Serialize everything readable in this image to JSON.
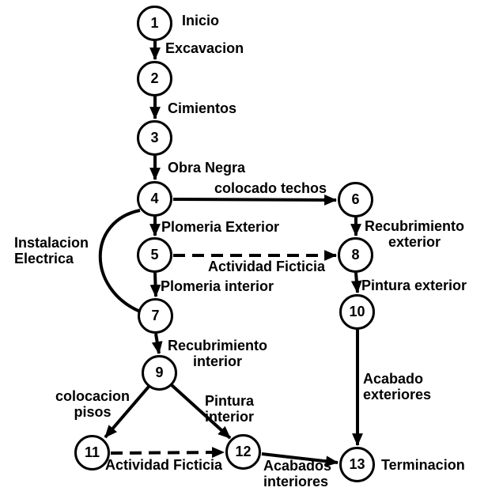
{
  "diagram": {
    "description": "Construction project activity network diagram (Spanish)",
    "colors": {
      "stroke": "#000000",
      "background": "#ffffff",
      "text": "#000000"
    },
    "nodes": [
      {
        "id": "1",
        "label": "Inicio"
      },
      {
        "id": "2",
        "label": ""
      },
      {
        "id": "3",
        "label": ""
      },
      {
        "id": "4",
        "label": ""
      },
      {
        "id": "5",
        "label": ""
      },
      {
        "id": "6",
        "label": ""
      },
      {
        "id": "7",
        "label": ""
      },
      {
        "id": "8",
        "label": ""
      },
      {
        "id": "9",
        "label": ""
      },
      {
        "id": "10",
        "label": ""
      },
      {
        "id": "11",
        "label": ""
      },
      {
        "id": "12",
        "label": ""
      },
      {
        "id": "13",
        "label": "Terminacion"
      }
    ],
    "edges": [
      {
        "from": "1",
        "to": "2",
        "activity": "Excavacion",
        "style": "solid"
      },
      {
        "from": "2",
        "to": "3",
        "activity": "Cimientos",
        "style": "solid"
      },
      {
        "from": "3",
        "to": "4",
        "activity": "Obra Negra",
        "style": "solid"
      },
      {
        "from": "4",
        "to": "6",
        "activity": "colocado techos",
        "style": "solid"
      },
      {
        "from": "4",
        "to": "5",
        "activity": "Plomeria Exterior",
        "style": "solid"
      },
      {
        "from": "4",
        "to": "7",
        "activity": "Instalacion\nElectrica",
        "style": "solid-curved"
      },
      {
        "from": "5",
        "to": "8",
        "activity": "Actividad Ficticia",
        "style": "dashed"
      },
      {
        "from": "6",
        "to": "8",
        "activity": "Recubrimiento\nexterior",
        "style": "solid"
      },
      {
        "from": "5",
        "to": "7",
        "activity": "Plomeria interior",
        "style": "solid"
      },
      {
        "from": "8",
        "to": "10",
        "activity": "Pintura exterior",
        "style": "solid"
      },
      {
        "from": "7",
        "to": "9",
        "activity": "Recubrimiento\ninterior",
        "style": "solid"
      },
      {
        "from": "9",
        "to": "11",
        "activity": "colocacion\npisos",
        "style": "solid"
      },
      {
        "from": "9",
        "to": "12",
        "activity": "Pintura\ninterior",
        "style": "solid"
      },
      {
        "from": "11",
        "to": "12",
        "activity": "Actividad Ficticia",
        "style": "dashed"
      },
      {
        "from": "12",
        "to": "13",
        "activity": "Acabados\ninteriores",
        "style": "solid"
      },
      {
        "from": "10",
        "to": "13",
        "activity": "Acabado\nexteriores",
        "style": "solid"
      }
    ]
  }
}
